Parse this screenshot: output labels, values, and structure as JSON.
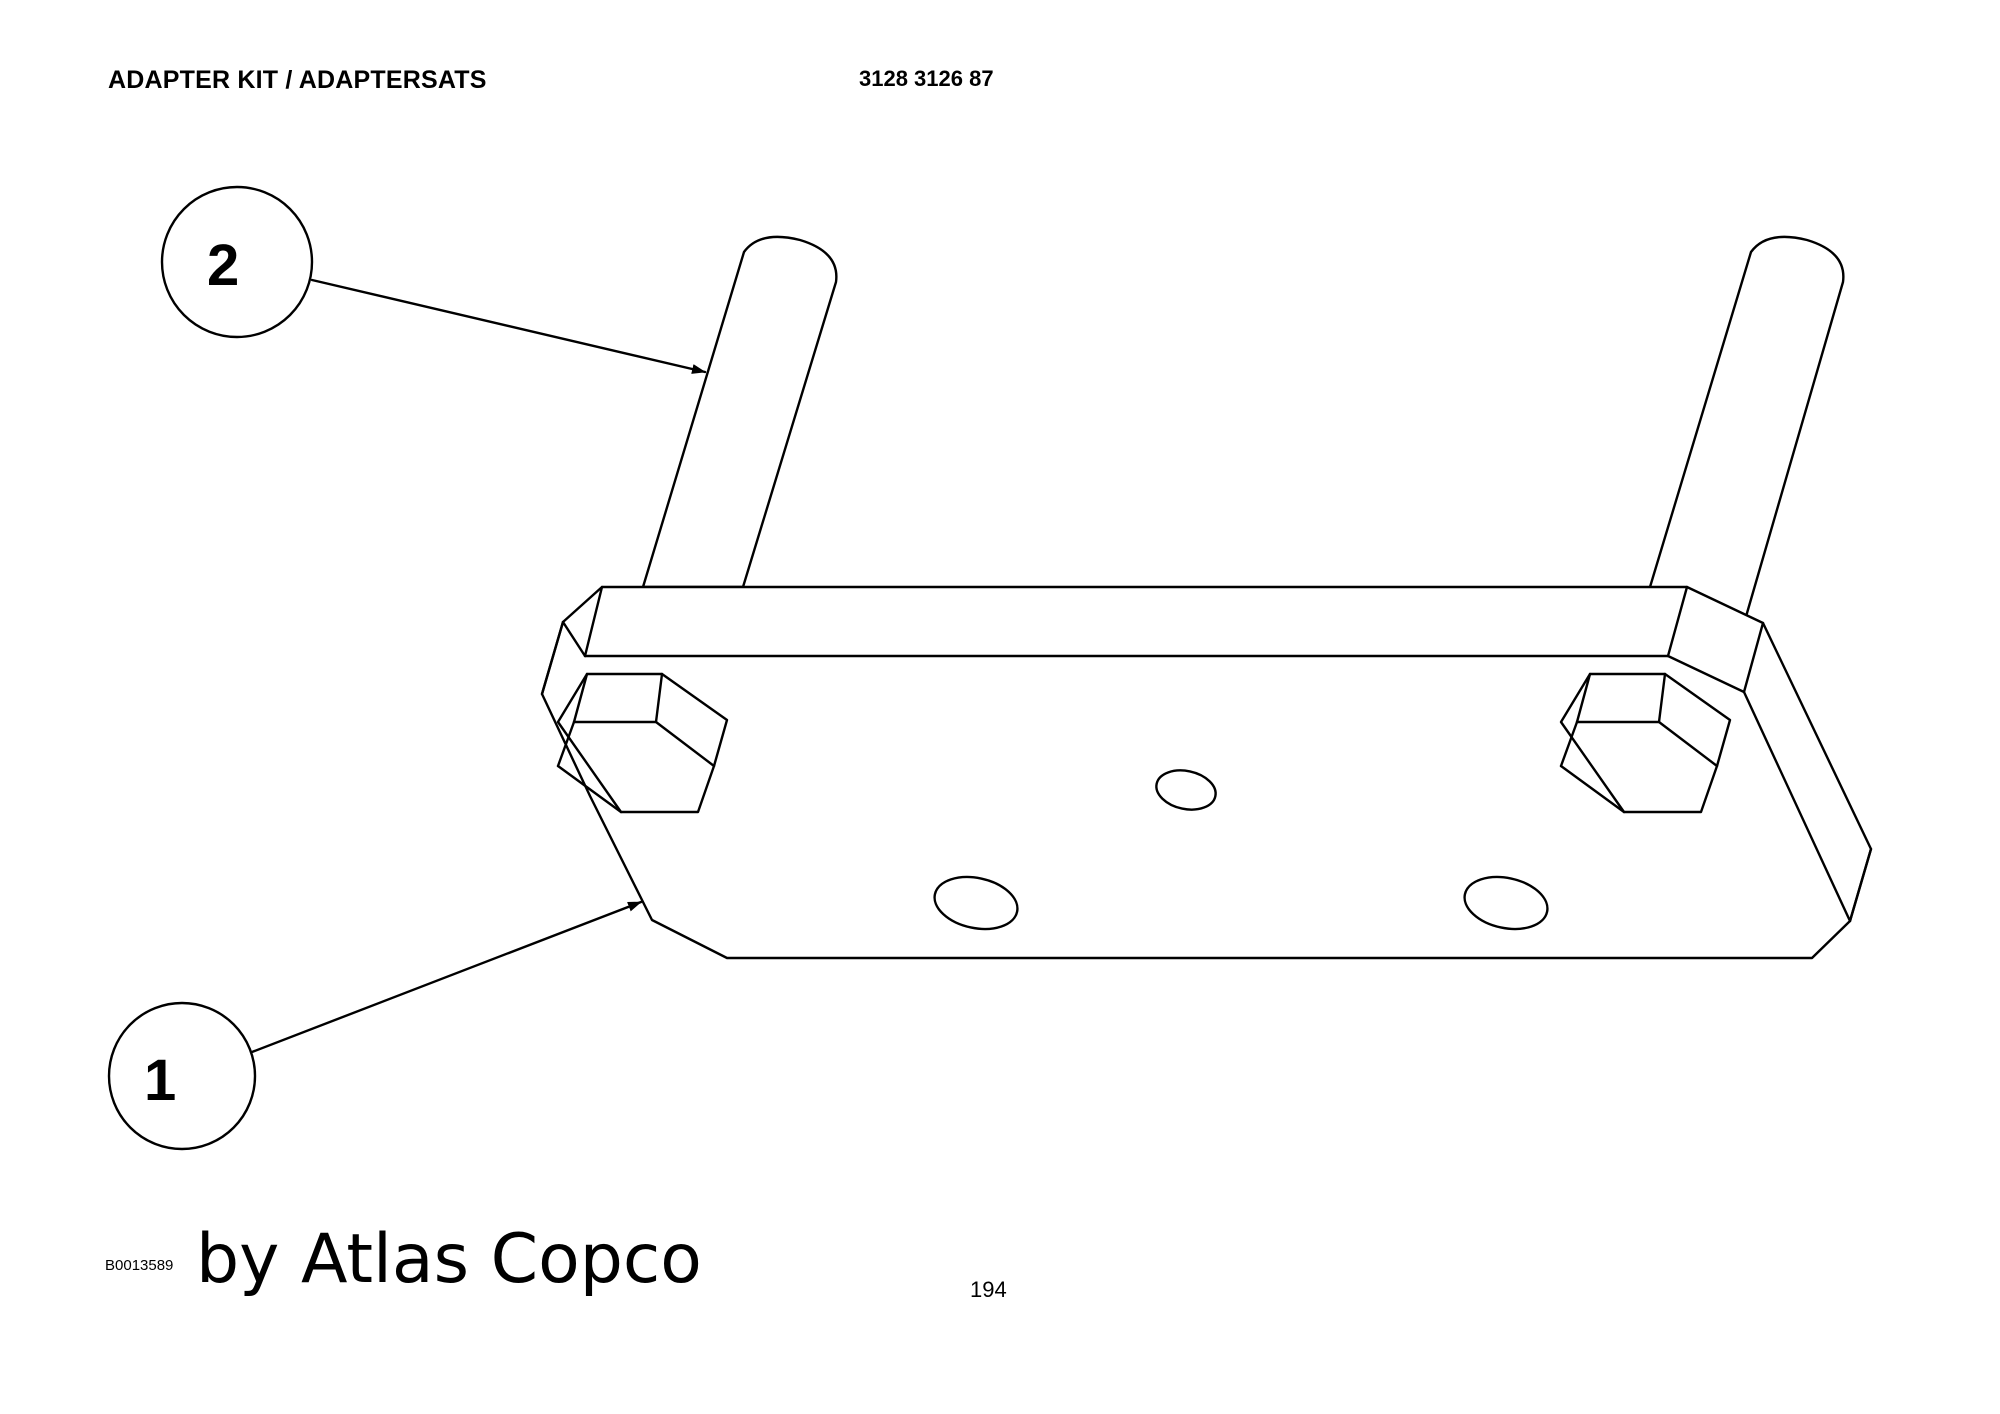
{
  "header": {
    "title": "ADAPTER KIT / ADAPTERSATS",
    "part_number": "3128 3126 87"
  },
  "callouts": [
    {
      "number": "2"
    },
    {
      "number": "1"
    }
  ],
  "footer": {
    "drawing_id": "B0013589",
    "watermark": "by Atlas Copco",
    "page_number": "194"
  }
}
